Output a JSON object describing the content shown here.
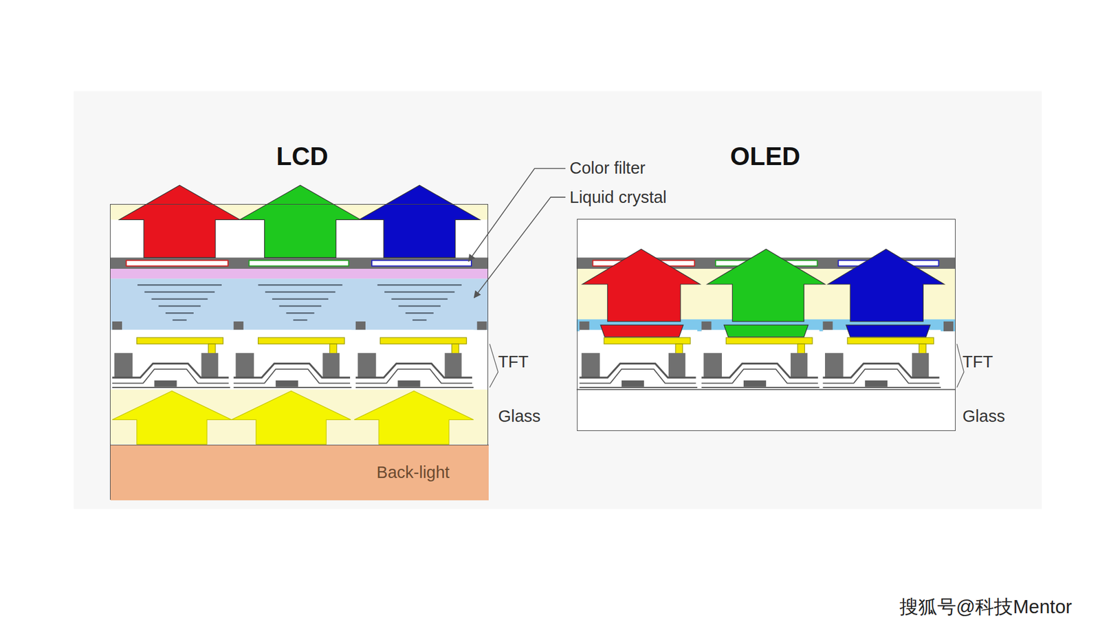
{
  "diagram": {
    "nodes": [
      {
        "text": [
          "LCD"
        ]
      },
      {
        "text": [
          "OLED"
        ]
      },
      {
        "text": [
          "Back-light"
        ],
        "in": 0
      }
    ],
    "labels": [
      "Color filter",
      "Liquid crystal",
      "TFT",
      "Glass",
      "TFT",
      "Glass",
      "搜狐号@科技Mentor"
    ]
  }
}
